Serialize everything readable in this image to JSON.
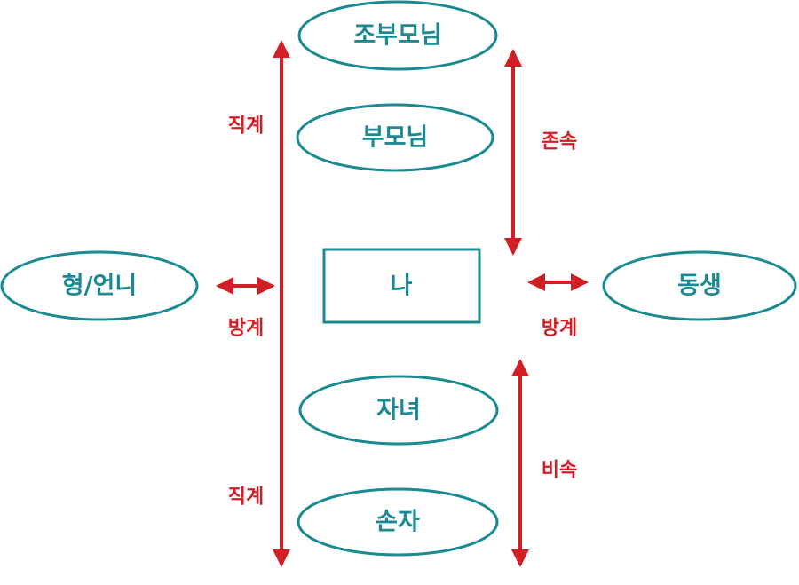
{
  "colors": {
    "node": "#1b8a92",
    "arrow": "#d21f26",
    "background": "#ffffff"
  },
  "nodes": {
    "grandparents": "조부모님",
    "parents": "부모님",
    "me": "나",
    "older_sibling": "형/언니",
    "younger_sibling": "동생",
    "children": "자녀",
    "grandchildren": "손자"
  },
  "relations": {
    "lineal_upper": "직계",
    "lineal_lower": "직계",
    "ascendant": "존속",
    "descendant": "비속",
    "collateral_left": "방계",
    "collateral_right": "방계"
  }
}
